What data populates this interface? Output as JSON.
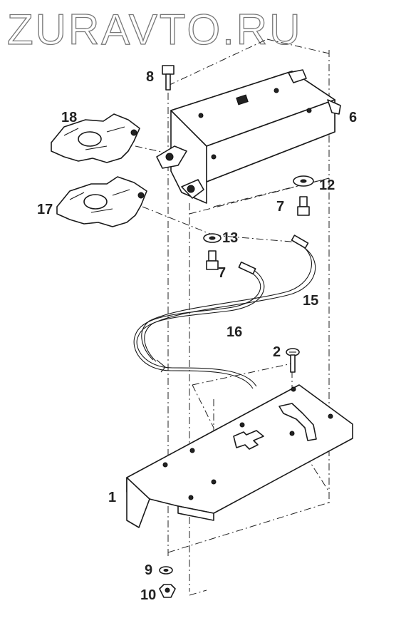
{
  "watermark": {
    "text": "ZURAVTO.RU"
  },
  "callouts": [
    {
      "id": "label-8",
      "text": "8"
    },
    {
      "id": "label-6",
      "text": "6"
    },
    {
      "id": "label-18",
      "text": "18"
    },
    {
      "id": "label-12",
      "text": "12"
    },
    {
      "id": "label-7a",
      "text": "7"
    },
    {
      "id": "label-17",
      "text": "17"
    },
    {
      "id": "label-13",
      "text": "13"
    },
    {
      "id": "label-7b",
      "text": "7"
    },
    {
      "id": "label-15",
      "text": "15"
    },
    {
      "id": "label-16",
      "text": "16"
    },
    {
      "id": "label-2",
      "text": "2"
    },
    {
      "id": "label-1",
      "text": "1"
    },
    {
      "id": "label-9",
      "text": "9"
    },
    {
      "id": "label-10",
      "text": "10"
    }
  ]
}
